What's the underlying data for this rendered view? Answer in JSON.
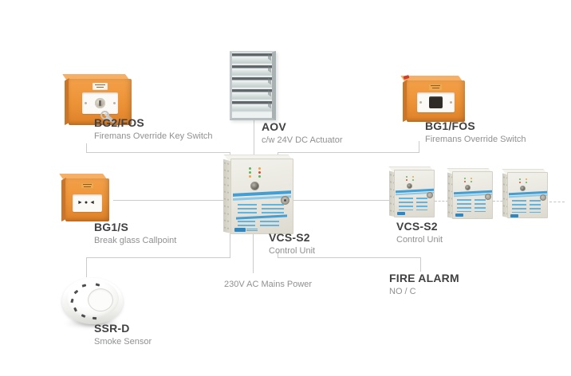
{
  "nodes": {
    "bg2fos": {
      "title": "BG2/FOS",
      "subtitle": "Firemans Override Key Switch"
    },
    "aov": {
      "title": "AOV",
      "subtitle": "c/w 24V DC Actuator"
    },
    "bg1fos": {
      "title": "BG1/FOS",
      "subtitle": "Firemans Override Switch"
    },
    "bg1s": {
      "title": "BG1/S",
      "subtitle": "Break glass Callpoint",
      "glass_marks": "►●◄"
    },
    "vcs_main": {
      "title": "VCS-S2",
      "subtitle": "Control Unit"
    },
    "vcs_expansion": {
      "title": "VCS-S2",
      "subtitle": "Control Unit"
    },
    "ssrd": {
      "title": "SSR-D",
      "subtitle": "Smoke Sensor"
    },
    "mains": {
      "label": "230V AC Mains Power"
    },
    "fire_alarm": {
      "title": "FIRE ALARM",
      "subtitle": "NO / C"
    }
  },
  "colors": {
    "device_orange": "#EC9236",
    "unit_beige": "#EAE8E0",
    "accent_blue": "#3F9FD6",
    "wire_gray": "#CBCBCB",
    "title_text": "#414042",
    "subtitle_text": "#8F9092"
  }
}
